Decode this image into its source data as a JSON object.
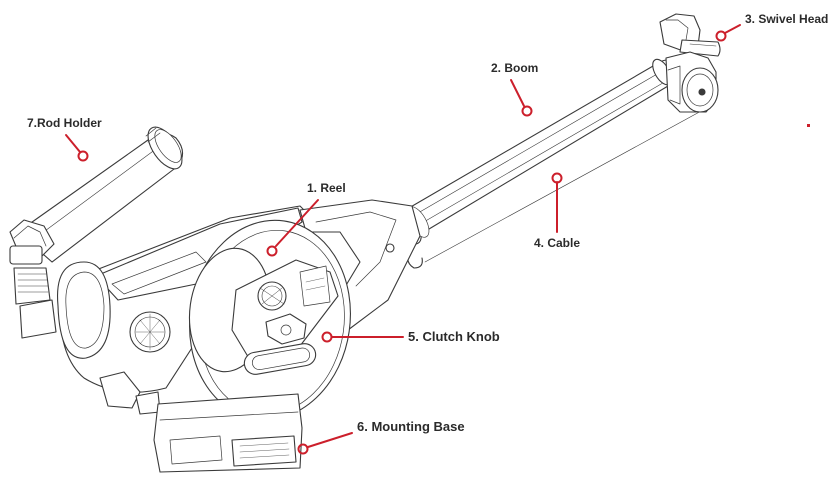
{
  "labels": {
    "reel": "1. Reel",
    "boom": "2. Boom",
    "swivel_head": "3. Swivel Head",
    "cable": "4. Cable",
    "clutch_knob": "5. Clutch Knob",
    "mounting_base": "6. Mounting Base",
    "rod_holder": "7.Rod Holder"
  },
  "colors": {
    "callout": "#cc1f2b",
    "outline": "#3a3a3a",
    "fill": "#ffffff"
  }
}
